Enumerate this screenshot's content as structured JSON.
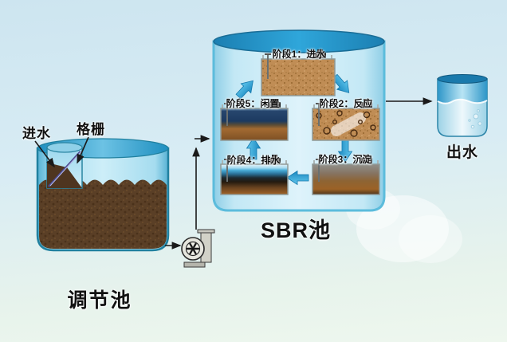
{
  "equalization_tank": {
    "label": "调节池",
    "influent_label": "进水",
    "screen_label": "格栅"
  },
  "sbr_tank": {
    "label": "SBR池",
    "stages": [
      {
        "label": "阶段1：进水"
      },
      {
        "label": "阶段2：反应"
      },
      {
        "label": "阶段3：沉淀"
      },
      {
        "label": "阶段4：排水"
      },
      {
        "label": "阶段5：闲置"
      }
    ]
  },
  "effluent_tank": {
    "label": "出水"
  },
  "icons": {
    "pump": "centrifugal-pump-icon",
    "cycle_arrows": "blue-arrow-icon",
    "flow_arrows": "black-arrow-icon"
  },
  "colors": {
    "background_top": "#cde5f0",
    "background_bottom": "#eef7ee",
    "tank_rim_blue": "#2fa6da",
    "tank_body_blue": "#c8eaf6",
    "cycle_arrow_blue": "#2aa7e0",
    "sludge_brown": "#5a3f26",
    "label_black": "#111111"
  }
}
